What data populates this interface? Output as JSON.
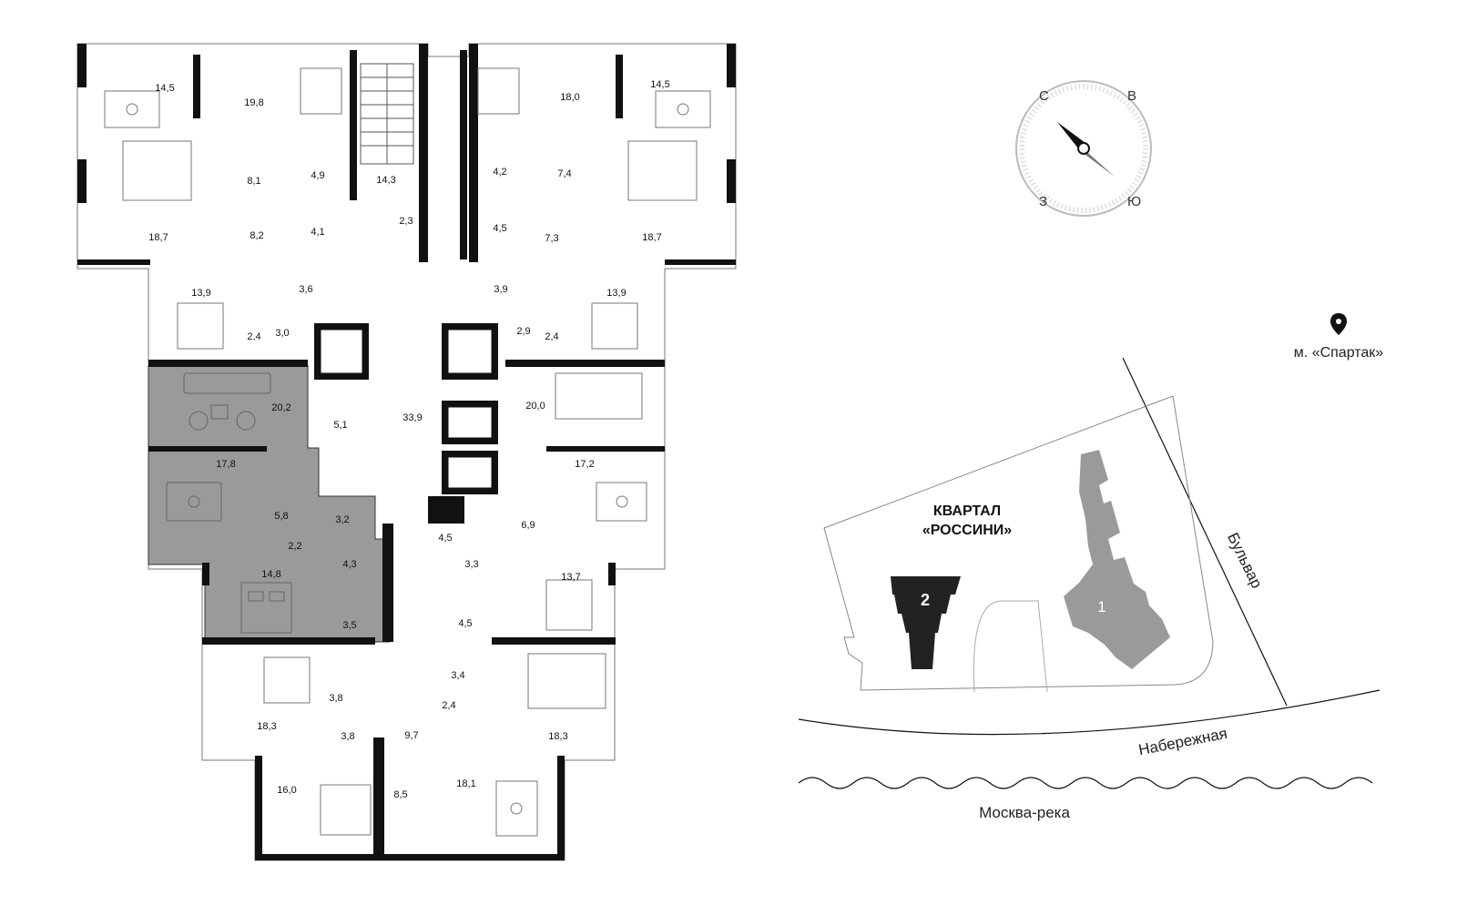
{
  "plan": {
    "areas": [
      "14,5",
      "19,8",
      "18,0",
      "14,5",
      "8,1",
      "4,9",
      "14,3",
      "4,2",
      "7,4",
      "18,7",
      "8,2",
      "4,1",
      "2,3",
      "4,5",
      "7,3",
      "18,7",
      "3,6",
      "3,9",
      "13,9",
      "13,9",
      "2,4",
      "3,0",
      "2,9",
      "2,4",
      "20,2",
      "5,1",
      "33,9",
      "20,0",
      "17,8",
      "5,8",
      "3,2",
      "17,2",
      "2,2",
      "4,5",
      "6,9",
      "4,3",
      "3,3",
      "14,8",
      "13,7",
      "3,5",
      "4,5",
      "3,8",
      "3,4",
      "2,4",
      "18,3",
      "3,8",
      "9,7",
      "18,3",
      "16,0",
      "8,5",
      "18,1"
    ],
    "highlighted_apartment": [
      "20,2",
      "17,8",
      "5,8",
      "3,2",
      "2,2",
      "4,3",
      "14,8",
      "3,5"
    ],
    "highlight_color": "#9a9a9a",
    "wall_color": "#111111"
  },
  "compass": {
    "north": "С",
    "east": "В",
    "west": "З",
    "south": "Ю"
  },
  "metro": {
    "label": "м. «Спартак»",
    "icon": "location-pin-icon"
  },
  "site_map": {
    "quarter_title_line1": "КВАРТАЛ",
    "quarter_title_line2": "«РОССИНИ»",
    "building_1": "1",
    "building_2": "2",
    "street_boulevard": "Бульвар",
    "street_embankment": "Набережная",
    "river": "Москва-река",
    "building_1_color": "#9a9a9a",
    "building_2_color": "#222222"
  }
}
